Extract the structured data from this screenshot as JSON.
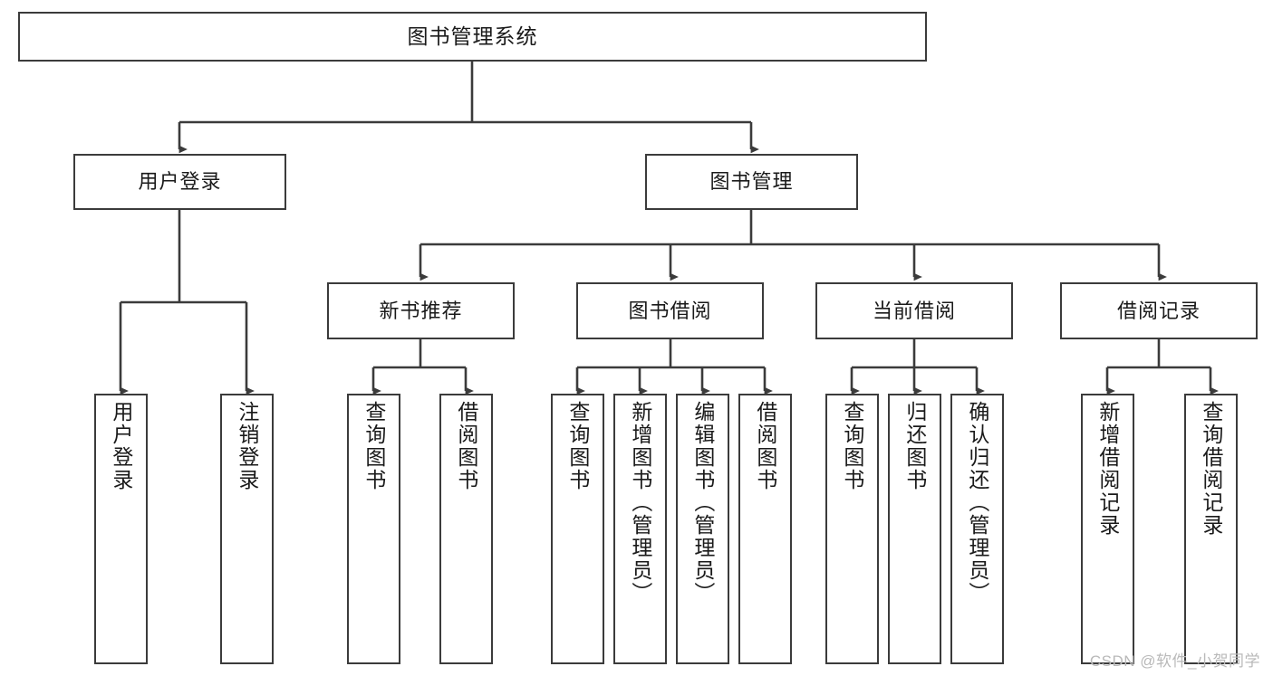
{
  "diagram": {
    "title": "图书管理系统",
    "type": "tree",
    "watermark": "CSDN @软件_小贺同学",
    "colors": {
      "box_border": "#3b3b3b",
      "connector": "#3b3b3b",
      "background": "#ffffff",
      "text": "#1a1a1a",
      "watermark": "#b9b9b9"
    },
    "levels": {
      "root": {
        "label": "图书管理系统"
      },
      "level2": [
        {
          "label": "用户登录"
        },
        {
          "label": "图书管理"
        }
      ],
      "level3": [
        {
          "label": "新书推荐"
        },
        {
          "label": "图书借阅"
        },
        {
          "label": "当前借阅"
        },
        {
          "label": "借阅记录"
        }
      ],
      "leaves": {
        "user_login": [
          {
            "label": "用户登录"
          },
          {
            "label": "注销登录"
          }
        ],
        "new_book_recommend": [
          {
            "label": "查询图书"
          },
          {
            "label": "借阅图书"
          }
        ],
        "book_borrow": [
          {
            "label": "查询图书"
          },
          {
            "label": "新增图书（管理员）"
          },
          {
            "label": "编辑图书（管理员）"
          },
          {
            "label": "借阅图书"
          }
        ],
        "current_borrow": [
          {
            "label": "查询图书"
          },
          {
            "label": "归还图书"
          },
          {
            "label": "确认归还（管理员）"
          }
        ],
        "borrow_record": [
          {
            "label": "新增借阅记录"
          },
          {
            "label": "查询借阅记录"
          }
        ]
      }
    }
  }
}
